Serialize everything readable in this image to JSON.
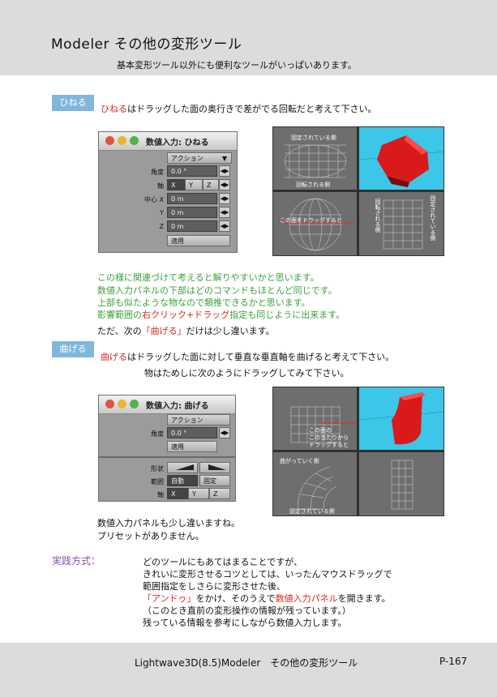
{
  "header": {
    "title": "Modeler その他の変形ツール",
    "subtitle": "基本変形ツール以外にも便利なツールがいっぱいあります。"
  },
  "twist": {
    "label": "ひねる",
    "intro_red": "ひねる",
    "intro_rest": "はドラッグした面の奥行きで差がでる回転だと考えて下さい。",
    "panel": {
      "title": "数値入力: ひねる",
      "action": "アクション",
      "angle_label": "角度",
      "angle_value": "0.0 °",
      "axis_label": "軸",
      "axis_x": "X",
      "axis_y": "Y",
      "axis_z": "Z",
      "center_x_label": "中心 X",
      "center_x": "0 m",
      "y_label": "Y",
      "y_value": "0 m",
      "z_label": "Z",
      "z_value": "0 m",
      "apply": "適用"
    },
    "viewports": {
      "fixed_side": "固定されている側",
      "rotated_side": "回転される側",
      "drag_here": "この面をドラッグすると",
      "rotated_vert": "回転される側",
      "fixed_vert": "固定されている側"
    },
    "notes": [
      "この様に関連づけて考えると解りやすいかと思います。",
      "数値入力パネルの下部はどのコマンドもほとんど同じです。",
      "上部も似たような物なので類推できるかと思います。"
    ],
    "note4_pre": "影響範囲の",
    "note4_red": "右クリック+ドラッグ",
    "note4_post": "指定も同じように出来ます。",
    "note5_pre": "ただ、次の",
    "note5_red": "「曲げる」",
    "note5_post": "だけは少し違います。"
  },
  "bend": {
    "label": "曲げる",
    "intro_red": "曲げる",
    "intro_rest": "はドラッグした面に対して垂直な垂直軸を曲げると考えて下さい。",
    "intro2": "物はためしに次のようにドラッグしてみて下さい。",
    "panel": {
      "title": "数値入力: 曲げる",
      "action": "アクション",
      "angle_label": "角度",
      "angle_value": "0.0 °",
      "apply": "適用",
      "shape_label": "形状",
      "range_label": "範囲",
      "range_auto": "自動",
      "range_fixed": "固定",
      "axis_label": "軸",
      "axis_x": "X",
      "axis_y": "Y",
      "axis_z": "Z"
    },
    "viewports": {
      "drag_line1": "この面の",
      "drag_line2": "この当たりから",
      "drag_line3": "ドラッグすると",
      "bending": "曲がっていく側",
      "fixed_side": "固定されている側"
    },
    "notes": [
      "数値入力パネルも少し違いますね。",
      "プリセットがありません。"
    ]
  },
  "practice": {
    "label": "実践方式：",
    "line1": "どのツールにもあてはまることですが、",
    "line2": "きれいに変形させるコツとしては、いったんマウスドラッグで",
    "line3": "範囲指定をしさらに変形させた後、",
    "line4_a": "「アンドゥ」",
    "line4_b": "をかけ、そのうえで",
    "line4_c": "数値入力パネル",
    "line4_d": "を開きます。",
    "line5": "（このとき直前の変形操作の情報が残っています。）",
    "line6": "残っている情報を参考にしながら数値入力します。"
  },
  "footer": {
    "title": "Lightwave3D(8.5)Modeler　その他の変形ツール",
    "page": "P-167"
  },
  "colors": {
    "accent_blue": "#7fb7dd",
    "red_text": "#d8281e",
    "green_text": "#3ca13a",
    "band_gray": "#dcdcdc",
    "viewport_cyan": "#3cc6e8"
  }
}
